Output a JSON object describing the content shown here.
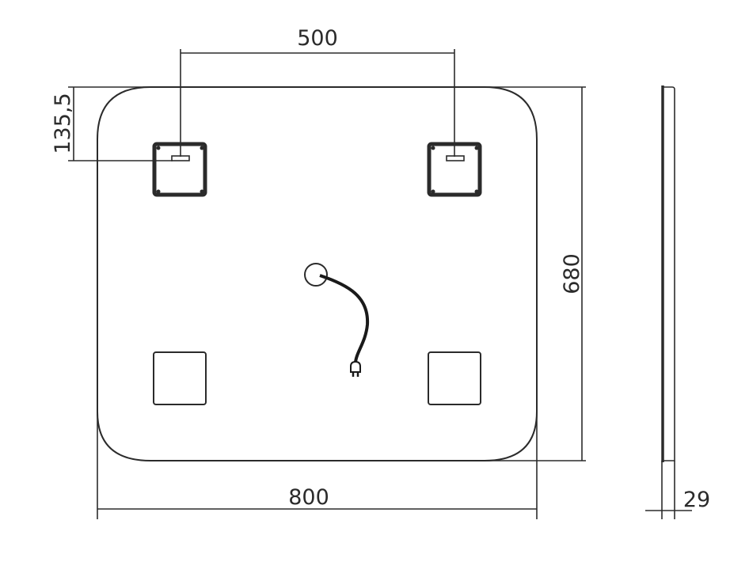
{
  "diagram": {
    "type": "technical-drawing",
    "subject": "rectangular mirror with rounded corners, front and side views",
    "line_color": "#2b2b2b",
    "background": "#ffffff"
  },
  "dimensions": {
    "width": "800",
    "height": "680",
    "mount_spacing": "500",
    "mount_offset_from_top": "135,5",
    "depth": "29"
  },
  "components": {
    "mounting_brackets": 2,
    "corner_pads": 2,
    "cable_with_plug": 1,
    "cable_entry": 1
  }
}
